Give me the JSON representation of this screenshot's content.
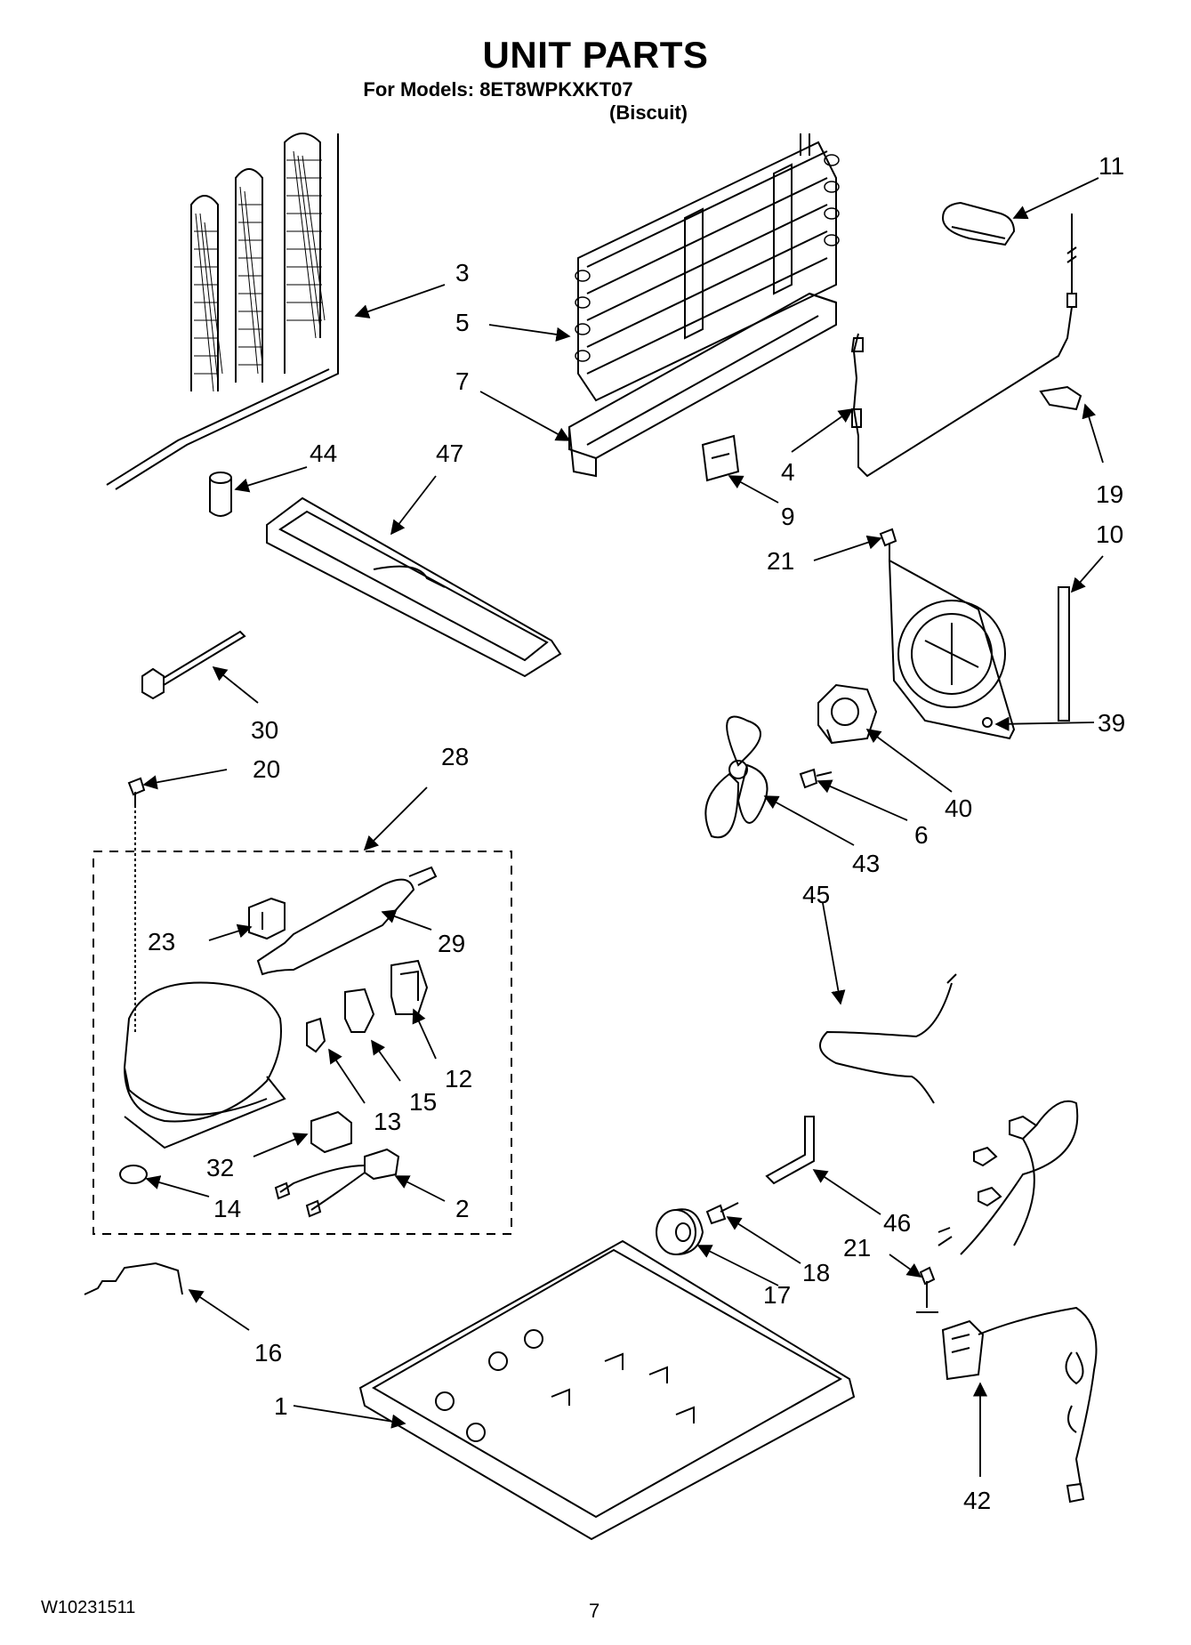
{
  "header": {
    "title": "UNIT PARTS",
    "models_line": "For Models: 8ET8WPKXKT07",
    "color_line": "(Biscuit)"
  },
  "footer": {
    "doc_number": "W10231511",
    "page_number": "7"
  },
  "callouts": [
    "1",
    "2",
    "3",
    "4",
    "5",
    "6",
    "7",
    "9",
    "10",
    "11",
    "12",
    "13",
    "14",
    "15",
    "16",
    "17",
    "18",
    "19",
    "20",
    "21",
    "21",
    "21",
    "23",
    "28",
    "29",
    "30",
    "32",
    "39",
    "40",
    "42",
    "43",
    "44",
    "45",
    "46",
    "47"
  ],
  "part_labels": {
    "p44_label": "",
    "p47_text": "",
    "p30_text": ""
  }
}
